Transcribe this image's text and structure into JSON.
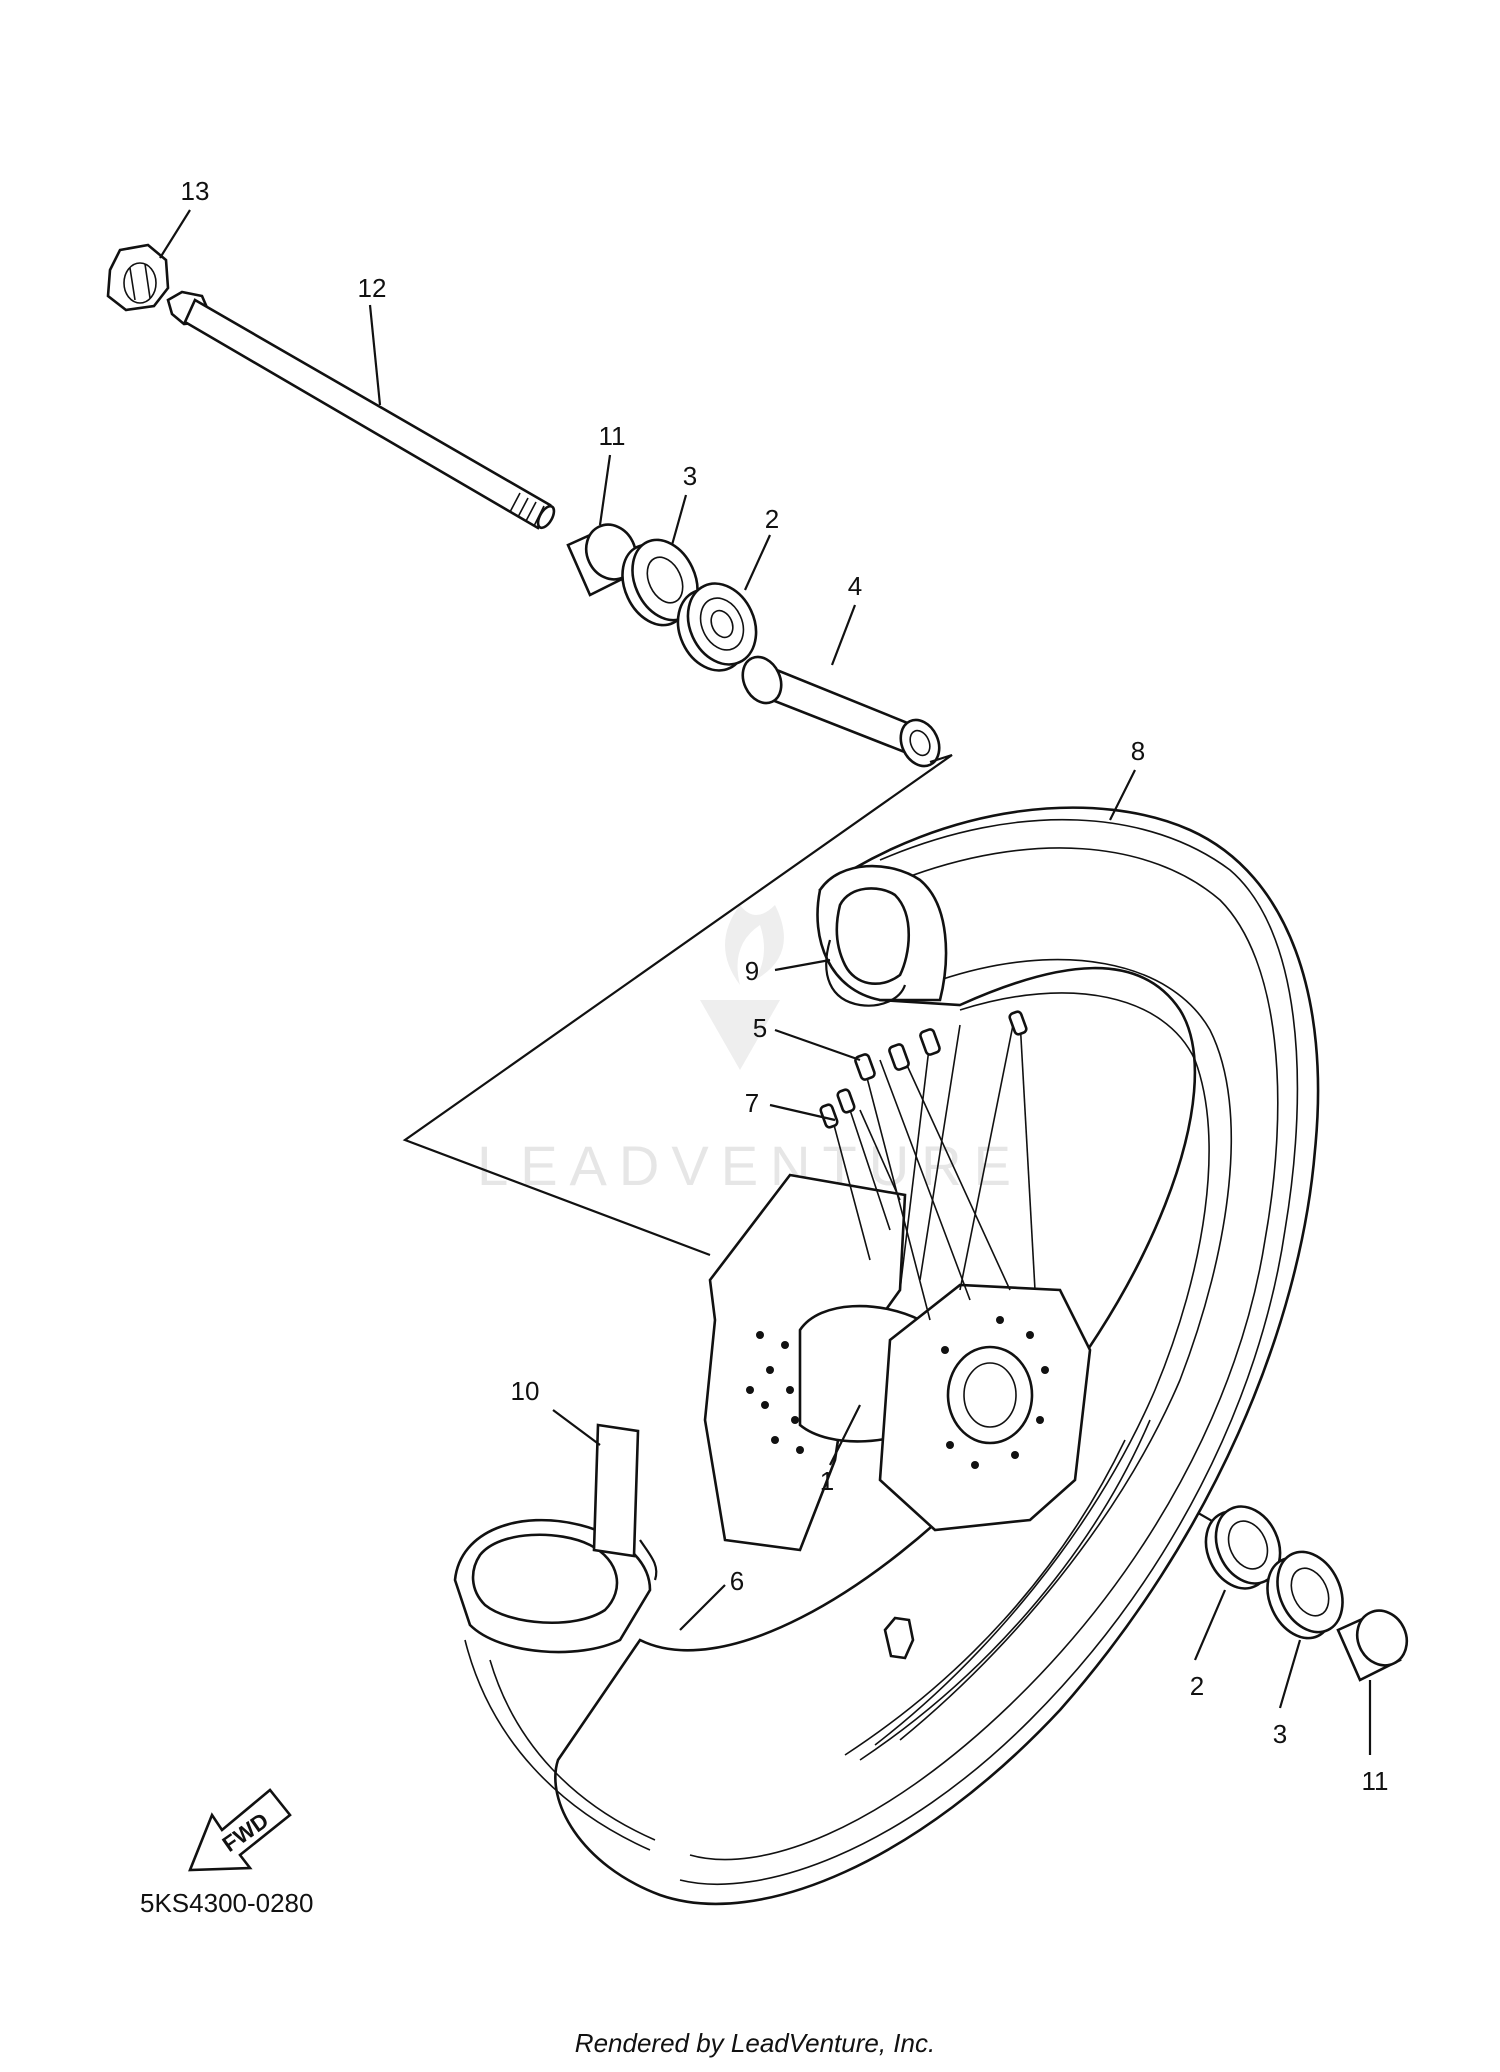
{
  "diagram": {
    "callouts": {
      "c1": "1",
      "c2a": "2",
      "c2b": "2",
      "c3a": "3",
      "c3b": "3",
      "c4": "4",
      "c5": "5",
      "c6": "6",
      "c7": "7",
      "c8": "8",
      "c9": "9",
      "c10": "10",
      "c11a": "11",
      "c11b": "11",
      "c12": "12",
      "c13": "13"
    },
    "fwd_label": "FWD",
    "diagram_code": "5KS4300-0280",
    "watermark": "LEADVENTURE",
    "credit": "Rendered by LeadVenture, Inc."
  },
  "colors": {
    "line": "#111111",
    "watermark": "#e6e6e6",
    "background": "#ffffff"
  }
}
